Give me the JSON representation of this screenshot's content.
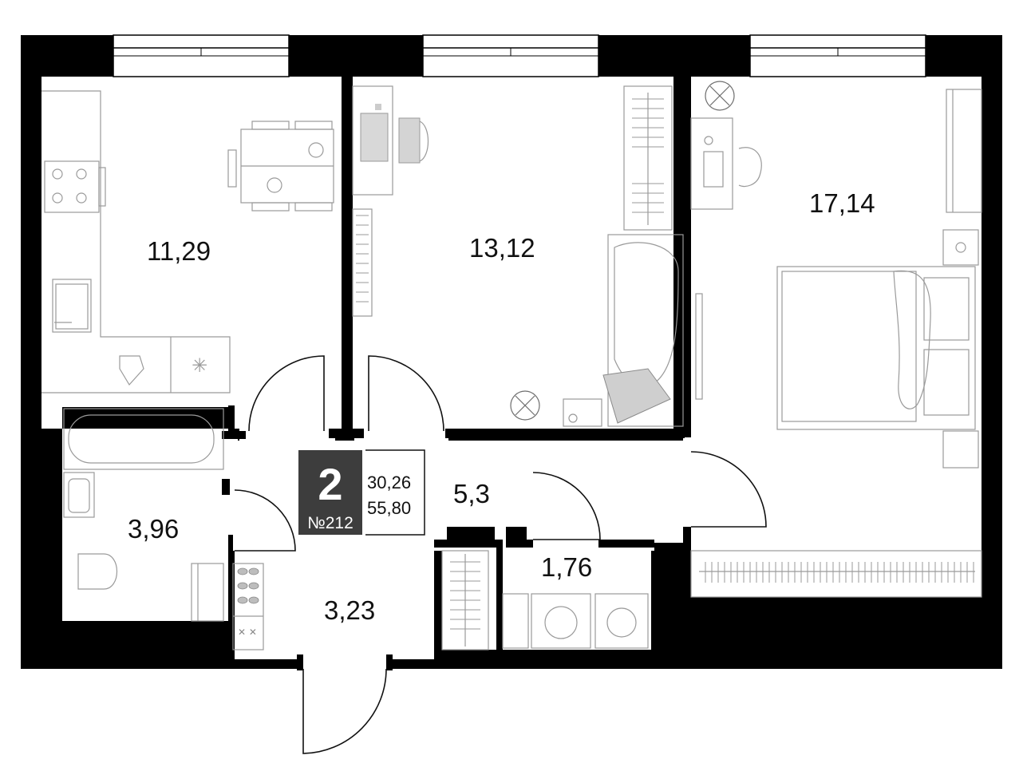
{
  "colors": {
    "wall": "#000000",
    "floor": "#ffffff",
    "badge": "#3d3d3d",
    "furniture": "#9a9a9a"
  },
  "apartment": {
    "rooms_count": "2",
    "number": "№212",
    "living_area": "30,26",
    "total_area": "55,80"
  },
  "rooms": [
    {
      "label": "11,29"
    },
    {
      "label": "13,12"
    },
    {
      "label": "17,14"
    },
    {
      "label": "3,96"
    },
    {
      "label": "5,3"
    },
    {
      "label": "1,76"
    },
    {
      "label": "3,23"
    }
  ],
  "icons": [
    "window-icon",
    "door-icon",
    "stove-icon",
    "sink-icon",
    "table-icon",
    "chair-icon",
    "desk-icon",
    "bed-icon",
    "plant-icon",
    "bathtub-icon",
    "toilet-icon",
    "washing-machine-icon",
    "wardrobe-icon",
    "shoe-rack-icon"
  ]
}
